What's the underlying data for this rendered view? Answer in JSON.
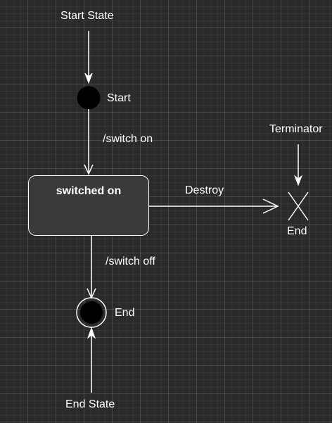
{
  "diagram": {
    "start_state_label": "Start State",
    "start_node_label": "Start",
    "switch_on_label": "/switch on",
    "state_name": "switched on",
    "destroy_label": "Destroy",
    "terminator_label": "Terminator",
    "terminator_node_label": "End",
    "switch_off_label": "/switch off",
    "end_node_label": "End",
    "end_state_label": "End State"
  },
  "colors": {
    "background": "#2a2a2a",
    "stroke": "#ffffff",
    "node_fill": "#000000",
    "state_fill": "#3a3a3a"
  }
}
